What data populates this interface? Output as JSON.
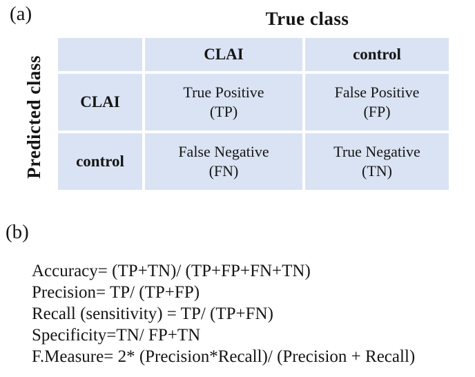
{
  "panel_a": {
    "label": "(a)",
    "table": {
      "col_axis_title": "True class",
      "row_axis_title": "Predicted class",
      "col_headers": [
        "CLAI",
        "control"
      ],
      "row_headers": [
        "CLAI",
        "control"
      ],
      "cells": [
        [
          {
            "line1": "True Positive",
            "line2": "(TP)"
          },
          {
            "line1": "False Positive",
            "line2": "(FP)"
          }
        ],
        [
          {
            "line1": "False Negative",
            "line2": "(FN)"
          },
          {
            "line1": "True Negative",
            "line2": "(TN)"
          }
        ]
      ]
    }
  },
  "panel_b": {
    "label": "(b)",
    "formulas": [
      "Accuracy= (TP+TN)/ (TP+FP+FN+TN)",
      "Precision= TP/ (TP+FP)",
      "Recall (sensitivity) = TP/ (TP+FN)",
      "Specificity=TN/ FP+TN",
      "F.Measure= 2* (Precision*Recall)/ (Precision + Recall)"
    ]
  },
  "colors": {
    "cell_bg": "#dae3f3",
    "text": "#151515",
    "background": "#ffffff"
  }
}
